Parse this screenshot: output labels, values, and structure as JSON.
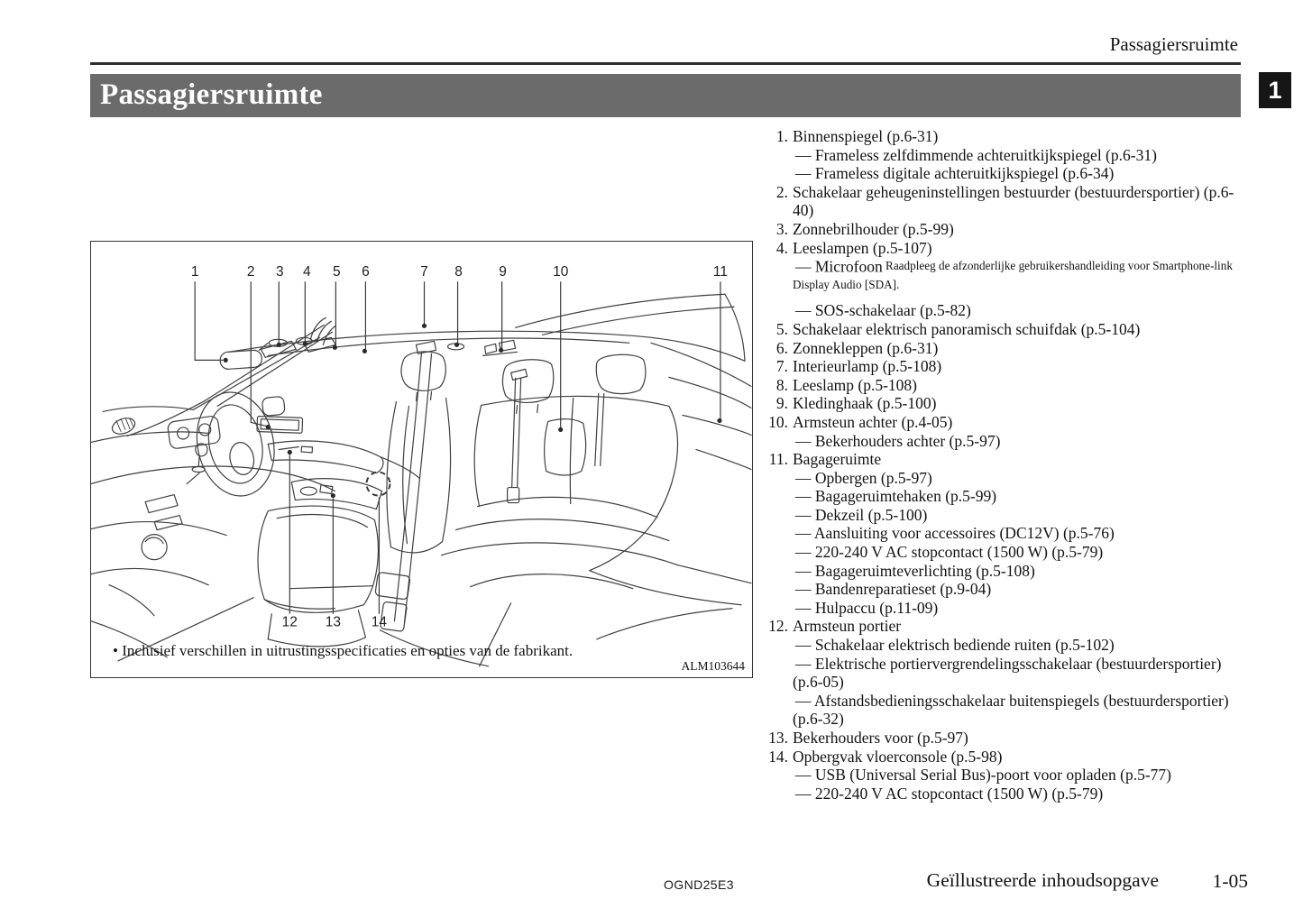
{
  "page": {
    "header_right": "Passagiersruimte",
    "title_bar": "Passagiersruimte",
    "chapter_tab": "1",
    "footer": {
      "doc_code": "OGND25E3",
      "section": "Geïllustreerde inhoudsopgave",
      "page_number": "1-05"
    }
  },
  "colors": {
    "title_bar_bg": "#6b6b6b",
    "chapter_tab_bg": "#161616",
    "line_art": "#404040",
    "text": "#131313"
  },
  "diagram": {
    "caption": "• Inclusief verschillen in uitrustingsspecificaties en opties van de fabrikant.",
    "figure_code": "ALM103644",
    "callouts": [
      "1",
      "2",
      "3",
      "4",
      "5",
      "6",
      "7",
      "8",
      "9",
      "10",
      "11",
      "12",
      "13",
      "14"
    ]
  },
  "parts_list": {
    "items": [
      {
        "num": "1.",
        "text": "Binnenspiegel (p.6-31)",
        "subs": [
          {
            "text": "— Frameless zelfdimmende achteruitkijkspiegel (p.6-31)"
          },
          {
            "text": "— Frameless digitale achteruitkijkspiegel (p.6-34)"
          }
        ]
      },
      {
        "num": "2.",
        "text": "Schakelaar geheugeninstellingen bestuurder (bestuurdersportier) (p.6-40)"
      },
      {
        "num": "3.",
        "text": "Zonnebrilhouder (p.5-99)"
      },
      {
        "num": "4.",
        "text": "Leeslampen (p.5-107)",
        "subs": [
          {
            "text": "— Microfoon",
            "note": "Raadpleeg de afzonderlijke gebruikershandleiding voor Smartphone-link Display Audio [SDA]."
          },
          {
            "text": "— SOS-schakelaar (p.5-82)",
            "gap_before": true
          }
        ]
      },
      {
        "num": "5.",
        "text": "Schakelaar elektrisch panoramisch schuifdak (p.5-104)"
      },
      {
        "num": "6.",
        "text": "Zonnekleppen (p.6-31)"
      },
      {
        "num": "7.",
        "text": "Interieurlamp (p.5-108)"
      },
      {
        "num": "8.",
        "text": "Leeslamp (p.5-108)"
      },
      {
        "num": "9.",
        "text": "Kledinghaak (p.5-100)"
      },
      {
        "num": "10.",
        "text": "Armsteun achter (p.4-05)",
        "subs": [
          {
            "text": "— Bekerhouders achter (p.5-97)"
          }
        ]
      },
      {
        "num": "11.",
        "text": "Bagageruimte",
        "subs": [
          {
            "text": "— Opbergen (p.5-97)"
          },
          {
            "text": "— Bagageruimtehaken (p.5-99)"
          },
          {
            "text": "— Dekzeil (p.5-100)"
          },
          {
            "text": "— Aansluiting voor accessoires (DC12V) (p.5-76)"
          },
          {
            "text": "— 220-240 V AC stopcontact (1500 W) (p.5-79)"
          },
          {
            "text": "— Bagageruimteverlichting (p.5-108)"
          },
          {
            "text": "— Bandenreparatieset (p.9-04)"
          },
          {
            "text": "— Hulpaccu (p.11-09)"
          }
        ]
      },
      {
        "num": "12.",
        "text": "Armsteun portier",
        "subs": [
          {
            "text": "— Schakelaar elektrisch bediende ruiten (p.5-102)"
          },
          {
            "text": "— Elektrische portiervergrendelingsschakelaar (bestuurdersportier) (p.6-05)"
          },
          {
            "text": "— Afstandsbedieningsschakelaar buitenspiegels (bestuurdersportier) (p.6-32)"
          }
        ]
      },
      {
        "num": "13.",
        "text": "Bekerhouders voor (p.5-97)"
      },
      {
        "num": "14.",
        "text": "Opbergvak vloerconsole (p.5-98)",
        "subs": [
          {
            "text": "— USB (Universal Serial Bus)-poort voor opladen (p.5-77)"
          },
          {
            "text": "— 220-240 V AC stopcontact (1500 W) (p.5-79)"
          }
        ]
      }
    ]
  }
}
